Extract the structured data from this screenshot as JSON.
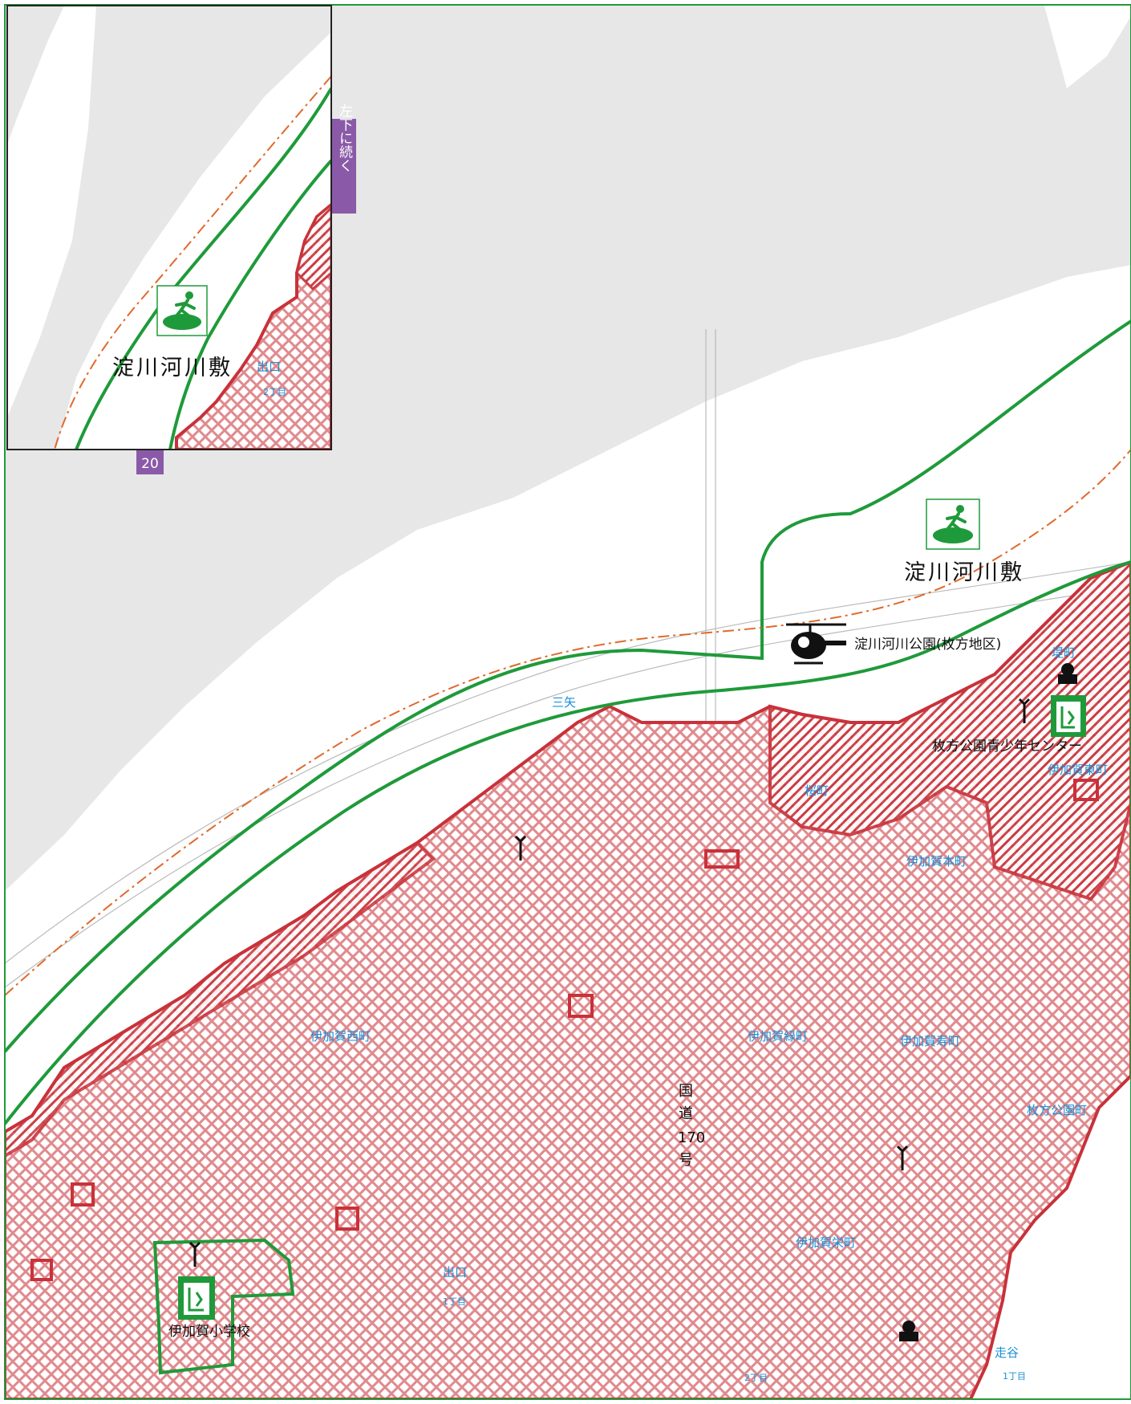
{
  "inset": {
    "continue_tab": "左下に続く",
    "page_tab": "20",
    "park_label": "淀川河川敷",
    "exit_label": "出口",
    "chome_label": "2丁目"
  },
  "labels": {
    "park_main": "淀川河川敷",
    "heliport": "淀川河川公園(枚方地区)",
    "mitsuya": "三矢",
    "tsutsumi": "堤町",
    "youth_center": "枚方公園青少年センター",
    "ikaga_higashi": "伊加賀東町",
    "sakura": "桜町",
    "ikaga_hon": "伊加賀本町",
    "ikaga_nishi": "伊加賀西町",
    "ikaga_midori": "伊加賀緑町",
    "ikaga_kotobuki": "伊加賀寿町",
    "hirakata_koen": "枚方公園町",
    "ikaga_sakae": "伊加賀栄町",
    "deguchi": "出口",
    "deguchi_1": "1丁目",
    "school": "伊加賀小学校",
    "hashiriya": "走谷",
    "hashiriya_1": "1丁目",
    "chome_2": "2丁目",
    "route_1": "国",
    "route_2": "道",
    "route_3": "170",
    "route_4": "号"
  },
  "icons": {
    "evacuation_site": "evacuation-site-icon",
    "shelter": "evacuation-shelter-icon",
    "helipad": "helicopter-icon",
    "siren": "loudspeaker-icon",
    "disaster_rep": "disaster-rep-icon"
  },
  "colors": {
    "hazard_red": "#c8323a",
    "hazard_fill": "#e8888c",
    "evac_green": "#1f9a3a",
    "tab_purple": "#8a5aa8",
    "river_gray": "#e6e6e6",
    "label_blue": "#1a8fd6",
    "boundary_orange": "#e06a2c"
  }
}
